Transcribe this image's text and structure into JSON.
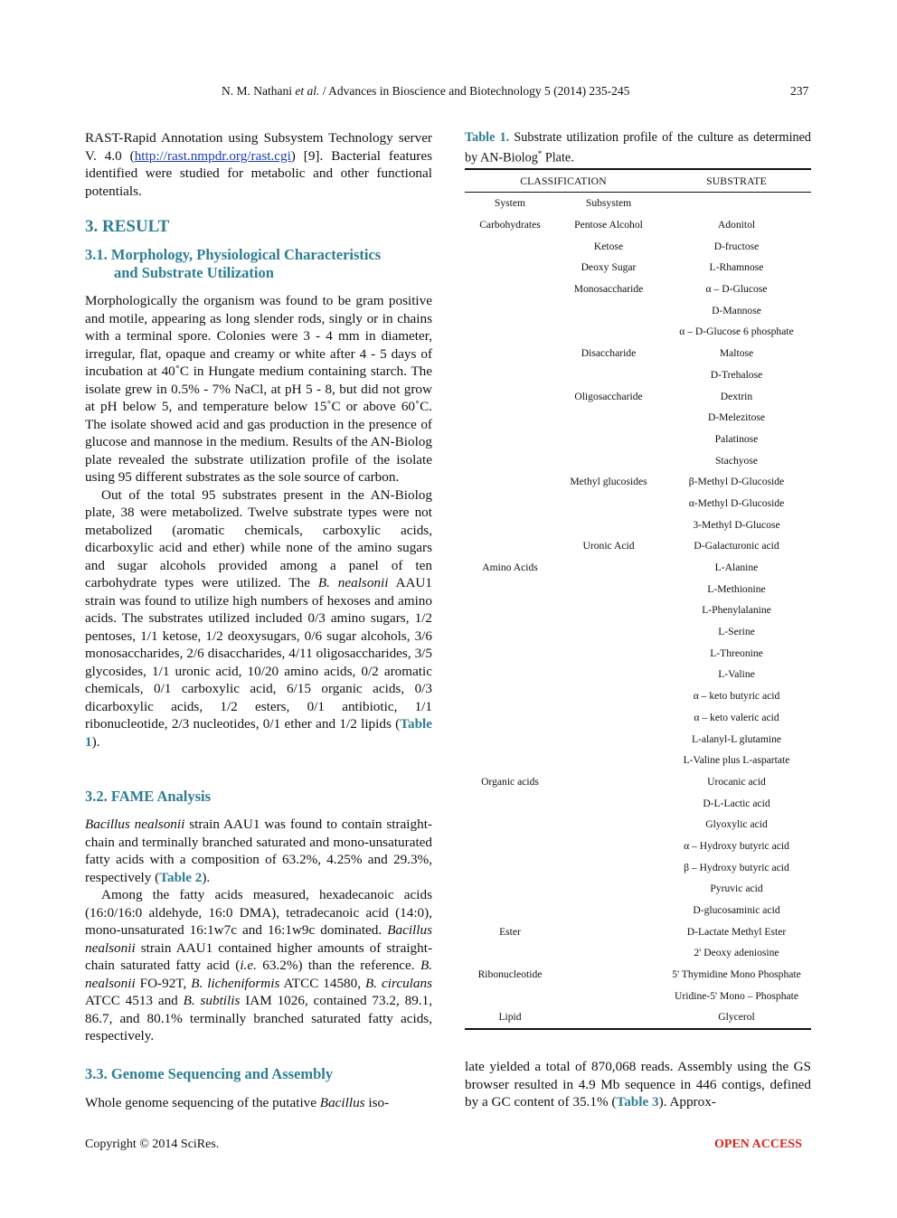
{
  "running_head": {
    "authors": "N. M. Nathani",
    "et_al": "et al.",
    "journal": "/ Advances in Bioscience and Biotechnology 5 (2014) 235-245",
    "page_number": "237"
  },
  "left_column": {
    "intro": {
      "before_link": "RAST-Rapid Annotation using Subsystem Technology server V. 4.0 (",
      "link": "http://rast.nmpdr.org/rast.cgi",
      "after_link": ") [9]. Bacterial features identified were studied for metabolic and other functional potentials."
    },
    "section3_title": "3. RESULT",
    "section31_title_line1": "3.1. Morphology, Physiological Characteristics",
    "section31_title_line2": "and Substrate Utilization",
    "para1": "Morphologically the organism was found to be gram positive and motile, appearing as long slender rods, singly or in chains with a terminal spore. Colonies were 3 - 4 mm in diameter, irregular, flat, opaque and creamy or white after 4 - 5 days of incubation at 40˚C in Hungate medium containing starch. The isolate grew in 0.5% - 7% NaCl, at pH 5 - 8, but did not grow at pH below 5, and temperature below 15˚C or above 60˚C. The isolate showed acid and gas production in the presence of glucose and mannose in the medium. Results of the AN-Biolog plate revealed the substrate utilization profile of the isolate using 95 different substrates as the sole source of carbon.",
    "para2": {
      "part1": "Out of the total 95 substrates present in the AN-Biolog plate, 38 were metabolized. Twelve substrate types were not metabolized (aromatic chemicals, carboxylic acids, dicarboxylic acid and ether) while none of the amino sugars and sugar alcohols provided among a panel of ten carbohydrate types were utilized. The ",
      "species": "B. nealsonii",
      "part2": " AAU1 strain was found to utilize high numbers of hexoses and amino acids. The substrates utilized included 0/3 amino sugars, 1/2 pentoses, 1/1 ketose, 1/2 deoxysugars, 0/6 sugar alcohols, 3/6 monosaccharides, 2/6 disaccharides, 4/11 oligosaccharides, 3/5 glycosides, 1/1 uronic acid, 10/20 amino acids, 0/2 aromatic chemicals, 0/1 carboxylic acid, 6/15 organic acids, 0/3 dicarboxylic acids, 1/2 esters, 0/1 antibiotic, 1/1 ribonucleotide, 2/3 nucleotides, 0/1 ether and 1/2 lipids (",
      "ref": "Table 1",
      "part3": ")."
    },
    "section32_title": "3.2. FAME Analysis",
    "para3": {
      "species": "Bacillus nealsonii",
      "part1": " strain AAU1 was found to contain straight-chain and terminally branched saturated and mono-unsaturated fatty acids with a composition of 63.2%, 4.25% and 29.3%, respectively (",
      "ref": "Table 2",
      "part2": ")."
    },
    "para4": {
      "part1": "Among the fatty acids measured, hexadecanoic acids (16:0/16:0 aldehyde, 16:0 DMA), tetradecanoic acid (14:0), mono-unsaturated 16:1w7c and 16:1w9c dominated. ",
      "species1": "Bacillus nealsonii",
      "part2": " strain AAU1 contained higher amounts of straight-chain saturated fatty acid (",
      "ie": "i.e.",
      "part3": " 63.2%) than the reference. ",
      "species2": "B. nealsonii",
      "part4": " FO-92T, ",
      "species3": "B. licheniformis",
      "part5": " ATCC 14580, ",
      "species4": "B. circulans",
      "part6": " ATCC 4513 and ",
      "species5": "B. subtilis",
      "part7": " IAM 1026, contained 73.2, 89.1, 86.7, and 80.1% terminally branched saturated fatty acids, respectively."
    },
    "section33_title": "3.3. Genome Sequencing and Assembly",
    "para5": {
      "part1": "Whole genome sequencing of the putative ",
      "genus": "Bacillus",
      "part2": " iso-"
    }
  },
  "table1": {
    "label": "Table 1.",
    "caption": " Substrate utilization profile of the culture as determined by AN-Biolog",
    "caption_sup": "*",
    "caption_end": " Plate.",
    "headers": {
      "classification": "CLASSIFICATION",
      "substrate": "SUBSTRATE"
    },
    "rows": [
      {
        "system": "System",
        "subsystem": "Subsystem",
        "substrate": ""
      },
      {
        "system": "Carbohydrates",
        "subsystem": "Pentose Alcohol",
        "substrate": "Adonitol"
      },
      {
        "system": "",
        "subsystem": "Ketose",
        "substrate": "D-fructose"
      },
      {
        "system": "",
        "subsystem": "Deoxy Sugar",
        "substrate": "L-Rhamnose"
      },
      {
        "system": "",
        "subsystem": "Monosaccharide",
        "substrate": "α – D-Glucose"
      },
      {
        "system": "",
        "subsystem": "",
        "substrate": "D-Mannose"
      },
      {
        "system": "",
        "subsystem": "",
        "substrate": "α – D-Glucose 6 phosphate"
      },
      {
        "system": "",
        "subsystem": "Disaccharide",
        "substrate": "Maltose"
      },
      {
        "system": "",
        "subsystem": "",
        "substrate": "D-Trehalose"
      },
      {
        "system": "",
        "subsystem": "Oligosaccharide",
        "substrate": "Dextrin"
      },
      {
        "system": "",
        "subsystem": "",
        "substrate": "D-Melezitose"
      },
      {
        "system": "",
        "subsystem": "",
        "substrate": "Palatinose"
      },
      {
        "system": "",
        "subsystem": "",
        "substrate": "Stachyose"
      },
      {
        "system": "",
        "subsystem": "Methyl glucosides",
        "substrate": "β-Methyl D-Glucoside"
      },
      {
        "system": "",
        "subsystem": "",
        "substrate": "α-Methyl D-Glucoside"
      },
      {
        "system": "",
        "subsystem": "",
        "substrate": "3-Methyl D-Glucose"
      },
      {
        "system": "",
        "subsystem": "Uronic Acid",
        "substrate": "D-Galacturonic acid"
      },
      {
        "system": "Amino Acids",
        "subsystem": "",
        "substrate": "L-Alanine"
      },
      {
        "system": "",
        "subsystem": "",
        "substrate": "L-Methionine"
      },
      {
        "system": "",
        "subsystem": "",
        "substrate": "L-Phenylalanine"
      },
      {
        "system": "",
        "subsystem": "",
        "substrate": "L-Serine"
      },
      {
        "system": "",
        "subsystem": "",
        "substrate": "L-Threonine"
      },
      {
        "system": "",
        "subsystem": "",
        "substrate": "L-Valine"
      },
      {
        "system": "",
        "subsystem": "",
        "substrate": "α – keto butyric acid"
      },
      {
        "system": "",
        "subsystem": "",
        "substrate": "α – keto valeric acid"
      },
      {
        "system": "",
        "subsystem": "",
        "substrate": "L-alanyl-L glutamine"
      },
      {
        "system": "",
        "subsystem": "",
        "substrate": "L-Valine plus L-aspartate"
      },
      {
        "system": "Organic acids",
        "subsystem": "",
        "substrate": "Urocanic acid"
      },
      {
        "system": "",
        "subsystem": "",
        "substrate": "D-L-Lactic acid"
      },
      {
        "system": "",
        "subsystem": "",
        "substrate": "Glyoxylic acid"
      },
      {
        "system": "",
        "subsystem": "",
        "substrate": "α – Hydroxy butyric acid"
      },
      {
        "system": "",
        "subsystem": "",
        "substrate": "β – Hydroxy butyric acid"
      },
      {
        "system": "",
        "subsystem": "",
        "substrate": "Pyruvic acid"
      },
      {
        "system": "",
        "subsystem": "",
        "substrate": "D-glucosaminic acid"
      },
      {
        "system": "Ester",
        "subsystem": "",
        "substrate": "D-Lactate Methyl Ester"
      },
      {
        "system": "",
        "subsystem": "",
        "substrate": "2' Deoxy adeniosine"
      },
      {
        "system": "Ribonucleotide",
        "subsystem": "",
        "substrate": "5' Thymidine Mono Phosphate"
      },
      {
        "system": "",
        "subsystem": "",
        "substrate": "Uridine-5' Mono – Phosphate"
      },
      {
        "system": "Lipid",
        "subsystem": "",
        "substrate": "Glycerol"
      }
    ]
  },
  "right_column": {
    "part1": "late yielded a total of 870,068 reads. Assembly using the GS browser resulted in 4.9 Mb sequence in 446 contigs, defined by a GC content of 35.1% (",
    "ref": "Table 3",
    "part2": "). Approx-"
  },
  "footer": {
    "copyright": "Copyright © 2014 SciRes.",
    "open_access": "OPEN ACCESS"
  },
  "colors": {
    "heading_teal": "#2e7d92",
    "link_blue": "#1a3cb8",
    "open_access_red": "#d7241b"
  }
}
